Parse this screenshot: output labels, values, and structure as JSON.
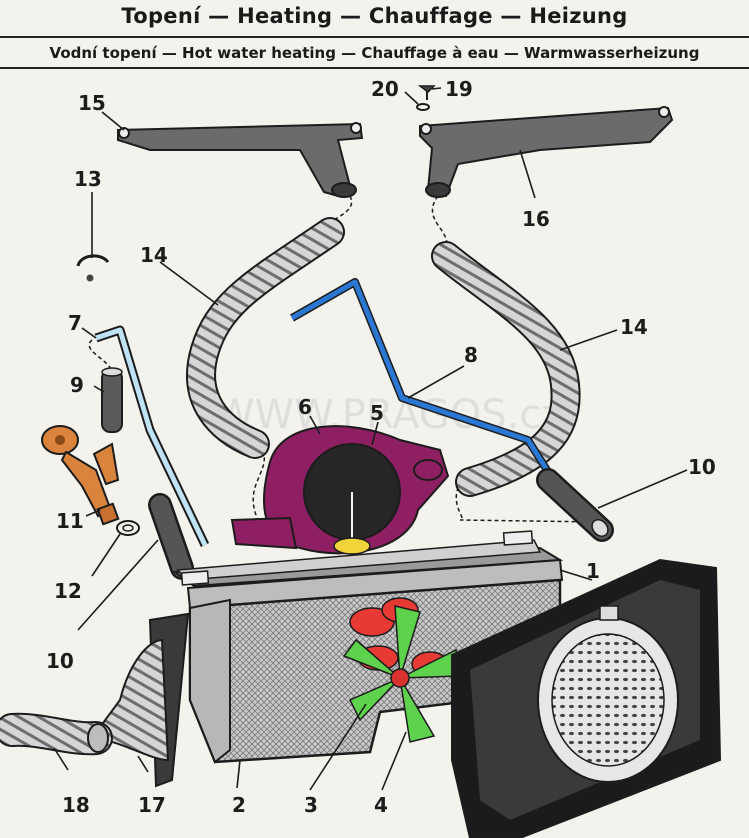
{
  "header": {
    "title": "Topení — Heating — Chauffage — Heizung",
    "subtitle": "Vodní topení — Hot water heating — Chauffage à eau — Warmwasserheizung"
  },
  "watermark": "WWW.PRAGOS.cz",
  "colors": {
    "ink": "#1c1c1c",
    "fan_green": "#5fd24d",
    "fan_red": "#e83a35",
    "tap_orange": "#d9833d",
    "pipe_blue": "#2b78d4",
    "pipe_light": "#bfe3f5",
    "motor_purple": "#8e1f63",
    "hub_yellow": "#f2d43a",
    "housing_black": "#1b1b1b"
  },
  "callouts": {
    "n1": "1",
    "n2": "2",
    "n3": "3",
    "n4": "4",
    "n5": "5",
    "n6": "6",
    "n7": "7",
    "n8": "8",
    "n9": "9",
    "n10a": "10",
    "n10b": "10",
    "n11": "11",
    "n12": "12",
    "n13": "13",
    "n14a": "14",
    "n14b": "14",
    "n15": "15",
    "n16": "16",
    "n17": "17",
    "n18": "18",
    "n19": "19",
    "n20": "20"
  }
}
